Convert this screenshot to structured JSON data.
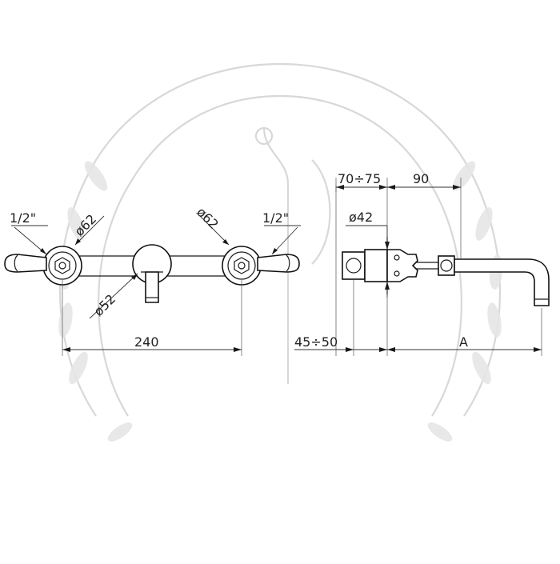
{
  "front_view": {
    "thread_left": "1/2\"",
    "thread_right": "1/2\"",
    "dia_left": "ø62",
    "dia_right": "ø62",
    "dia_spout": "ø52",
    "width": "240"
  },
  "side_view": {
    "body_depth": "70÷75",
    "spout_offset": "90",
    "dia_inlet": "ø42",
    "wall_depth": "45÷50",
    "spout_length": "A"
  }
}
